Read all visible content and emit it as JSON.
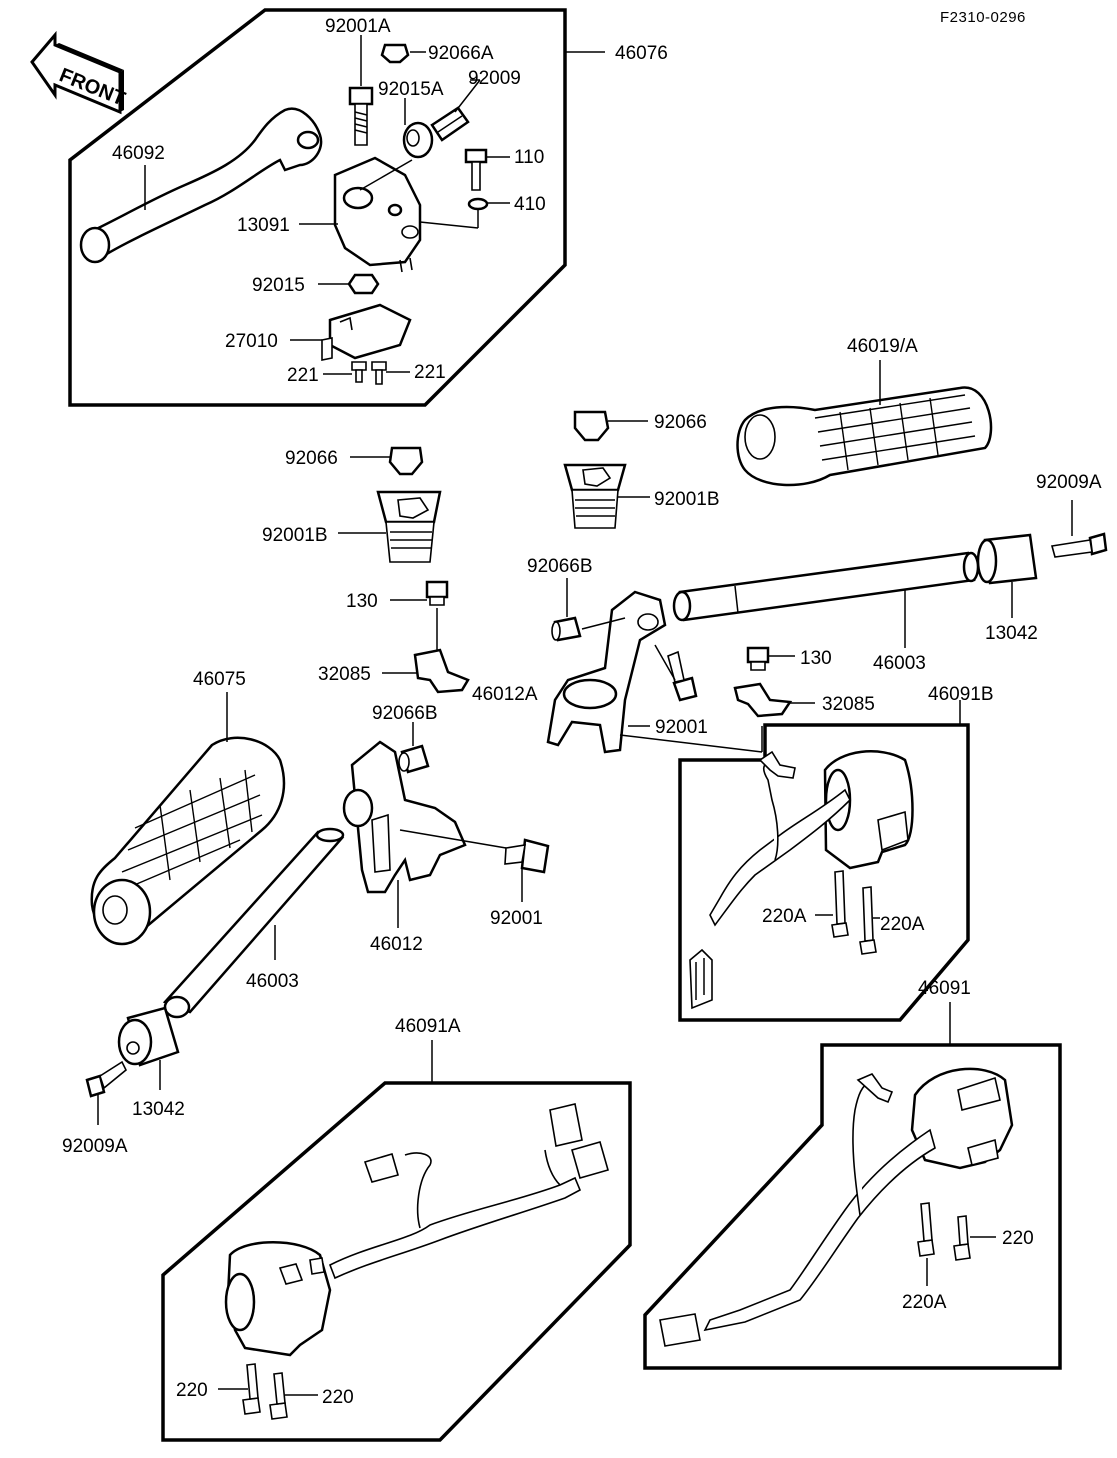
{
  "figure_code": "F2310-0296",
  "front_label": "FRONT",
  "parts": {
    "p46076": "46076",
    "p92001A": "92001A",
    "p92066A": "92066A",
    "p92015A": "92015A",
    "p92009": "92009",
    "p46092": "46092",
    "p110": "110",
    "p410": "410",
    "p13091": "13091",
    "p92015": "92015",
    "p27010": "27010",
    "p221_left": "221",
    "p221_right": "221",
    "p46019A": "46019/A",
    "p92066_right": "92066",
    "p92001B_right": "92001B",
    "p92066_left": "92066",
    "p92001B_left": "92001B",
    "p92009A_right": "92009A",
    "p92066B_upper": "92066B",
    "p130_left": "130",
    "p32085_left": "32085",
    "p46012A": "46012A",
    "p92001_upper": "92001",
    "p130_right": "130",
    "p32085_right": "32085",
    "p13042_right": "13042",
    "p46003_right": "46003",
    "p46091B": "46091B",
    "p46075": "46075",
    "p92066B_lower": "92066B",
    "p92001_lower": "92001",
    "p46012": "46012",
    "p46003_left": "46003",
    "p220A_b1": "220A",
    "p220A_b2": "220A",
    "p13042_left": "13042",
    "p92009A_left": "92009A",
    "p46091A": "46091A",
    "p46091": "46091",
    "p220_right": "220",
    "p220A_bottom": "220A",
    "p220_a": "220",
    "p220_b": "220"
  }
}
